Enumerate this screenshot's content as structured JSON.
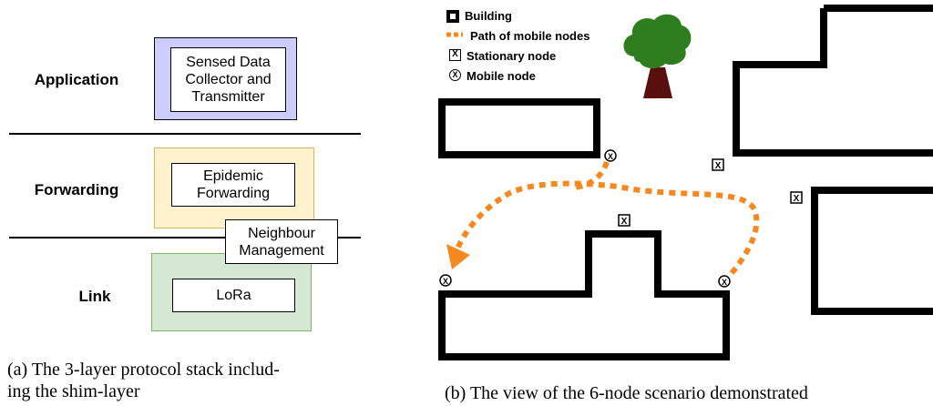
{
  "left_panel": {
    "layers": [
      {
        "label": "Application",
        "box_text": [
          "Sensed Data",
          "Collector and",
          "Transmitter"
        ]
      },
      {
        "label": "Forwarding",
        "box_text": [
          "Epidemic",
          "Forwarding"
        ]
      },
      {
        "label": "Link",
        "box_text": [
          "LoRa"
        ]
      }
    ],
    "shim_layer": {
      "text": [
        "Neighbour",
        "Management"
      ]
    },
    "caption": [
      "(a) The 3-layer protocol stack includ-",
      "ing the shim-layer"
    ],
    "colors": {
      "application": "#ccccff",
      "forwarding": "#fff2cc",
      "link": "#d5e8d4",
      "forwarding_border": "#d6b656",
      "link_border": "#82b366",
      "application_border": "#000000"
    }
  },
  "right_panel": {
    "legend": {
      "building": "Building",
      "path": "Path of mobile nodes",
      "stationary": "Stationary node",
      "mobile": "Mobile node"
    },
    "stationary_symbol": "X",
    "mobile_symbol": "X",
    "caption": "(b) The view of the 6-node scenario demonstrated",
    "colors": {
      "path": "#f5881f",
      "tree_crown": "#2e7d1e",
      "tree_trunk": "#5a0f0f",
      "building": "#000000"
    },
    "icons": [
      "building-icon",
      "tree-icon",
      "stationary-node-icon",
      "mobile-node-icon",
      "path-arrow"
    ]
  }
}
